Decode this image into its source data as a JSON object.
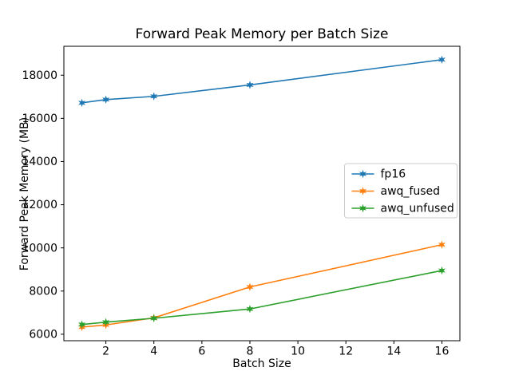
{
  "chart_data": {
    "type": "line",
    "title": "Forward Peak Memory per Batch Size",
    "xlabel": "Batch Size",
    "ylabel": "Forward Peak Memory (MB)",
    "x": [
      1,
      2,
      4,
      8,
      16
    ],
    "series": [
      {
        "name": "fp16",
        "color": "#1f77b4",
        "marker": "star",
        "values": [
          16720,
          16870,
          17020,
          17550,
          18720
        ]
      },
      {
        "name": "awq_fused",
        "color": "#ff7f0e",
        "marker": "star",
        "values": [
          6330,
          6430,
          6760,
          8190,
          10150
        ]
      },
      {
        "name": "awq_unfused",
        "color": "#2ca02c",
        "marker": "star",
        "values": [
          6450,
          6560,
          6740,
          7170,
          8950
        ]
      }
    ],
    "xlim": [
      0.25,
      16.75
    ],
    "ylim": [
      5700,
      19340
    ],
    "xticks": [
      2,
      4,
      6,
      8,
      10,
      12,
      14,
      16
    ],
    "yticks": [
      6000,
      8000,
      10000,
      12000,
      14000,
      16000,
      18000
    ],
    "grid": false,
    "legend": {
      "position": "center-right",
      "frame_color": "#cccccc"
    },
    "axis_color": "#000000",
    "background": "#ffffff"
  }
}
